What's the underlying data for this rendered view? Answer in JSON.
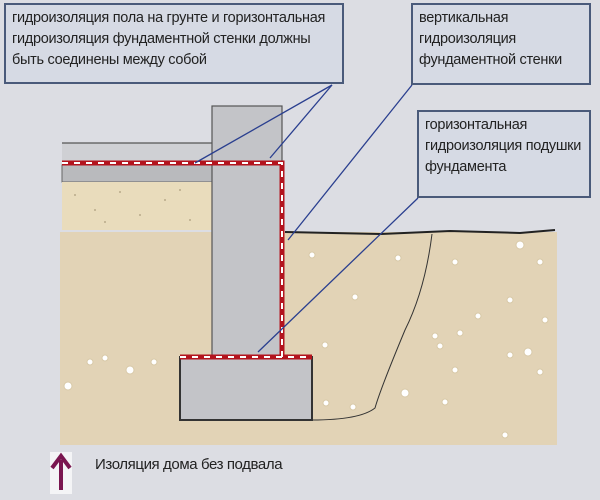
{
  "labels": {
    "floor_and_wall_joint": "гидроизоляция пола на грунте и горизонтальная гидроизоляция фундаментной стенки должны быть соединены между собой",
    "vertical_wall": "вертикальная гидроизоляция фундаментной стенки",
    "footing_horizontal": "горизонтальная гидроизоляция подушки фундамента"
  },
  "caption": "Изоляция дома без подвала",
  "colors": {
    "waterproofing": "#b3141e",
    "soil": "#e3d3b5",
    "concrete": "#c3c4c8",
    "arrow": "#7a1650",
    "leader": "#2a3f8f"
  }
}
